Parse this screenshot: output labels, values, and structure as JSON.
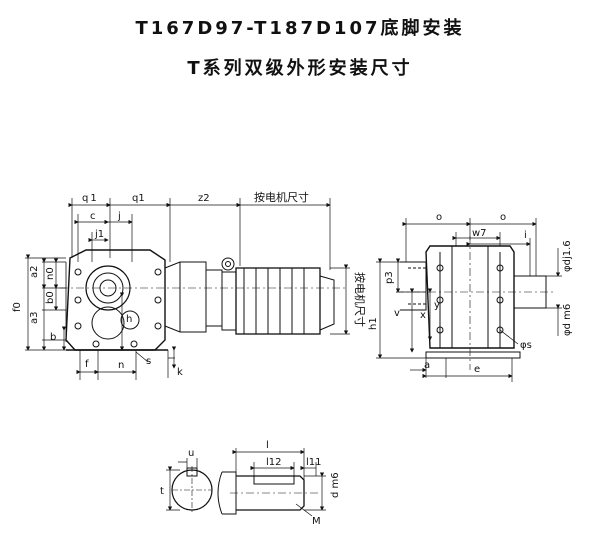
{
  "titles": {
    "line1": "T167D97-T187D107底脚安装",
    "line2": "T系列双级外形安装尺寸"
  },
  "labels": {
    "q1a": "q 1",
    "q1b": "q1",
    "z2": "z2",
    "motor_dim_h": "按电机尺寸",
    "motor_dim_v": "按电机尺寸",
    "c": "c",
    "j": "j",
    "j1": "j1",
    "a2": "a2",
    "n0": "n0",
    "b0": "b0",
    "a3": "a3",
    "f0": "f0",
    "b": "b",
    "h": "h",
    "s_left": "s",
    "f": "f",
    "n": "n",
    "k": "k",
    "o_left": "o",
    "o_right": "o",
    "w7": "w7",
    "i": "i",
    "p3": "p3",
    "v": "v",
    "x": "x",
    "y": "y",
    "h1": "h1",
    "dj": "φdj1.6",
    "dm6": "φd m6",
    "s_right": "φs",
    "a": "a",
    "e": "e",
    "l": "l",
    "l12": "l12",
    "l11": "l11",
    "u": "u",
    "t": "t",
    "dm6_shaft": "d m6",
    "M": "M"
  }
}
